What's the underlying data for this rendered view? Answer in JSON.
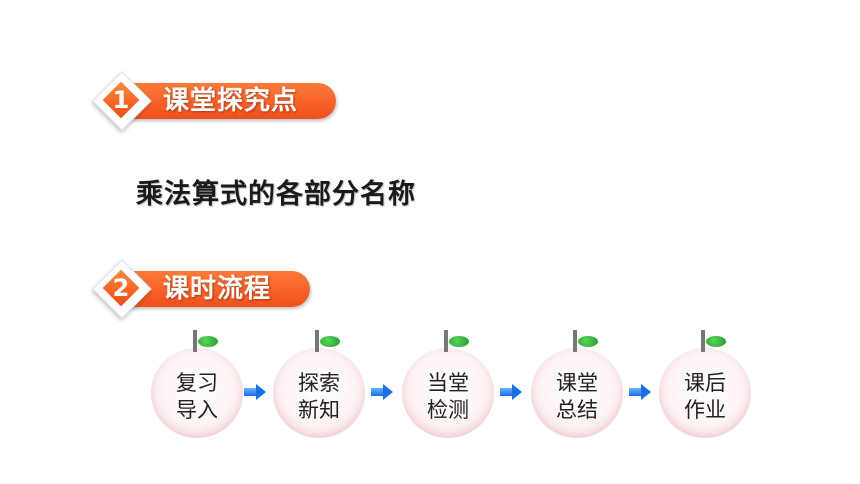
{
  "sections": [
    {
      "number": "1",
      "title": "课堂探究点"
    },
    {
      "number": "2",
      "title": "课时流程"
    }
  ],
  "topic": "乘法算式的各部分名称",
  "flow": [
    {
      "line1": "复习",
      "line2": "导入"
    },
    {
      "line1": "探索",
      "line2": "新知"
    },
    {
      "line1": "当堂",
      "line2": "检测"
    },
    {
      "line1": "课堂",
      "line2": "总结"
    },
    {
      "line1": "课后",
      "line2": "作业"
    }
  ],
  "colors": {
    "banner": "#f04e1c",
    "arrow": "#1c6fe0",
    "leaf": "#1f9a2a"
  },
  "icons": {
    "connector": "right-arrow-icon",
    "step_shape": "apple-icon"
  }
}
